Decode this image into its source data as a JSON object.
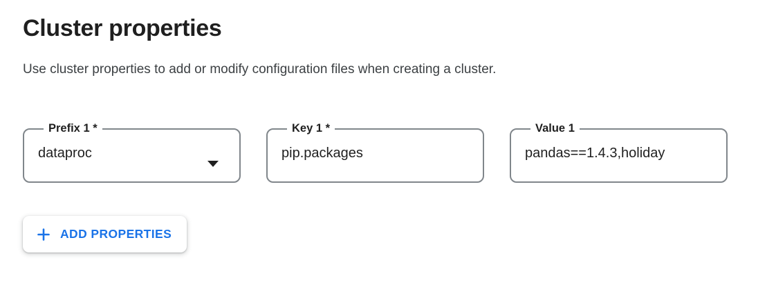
{
  "page": {
    "title": "Cluster properties",
    "description": "Use cluster properties to add or modify configuration files when creating a cluster."
  },
  "fields": {
    "prefix": {
      "label": "Prefix 1 *",
      "value": "dataproc",
      "control": "dropdown"
    },
    "key": {
      "label": "Key 1 *",
      "value": "pip.packages",
      "control": "text-input"
    },
    "value": {
      "label": "Value 1",
      "value": "pandas==1.4.3,holiday",
      "control": "text-input"
    }
  },
  "buttons": {
    "add_properties": "ADD PROPERTIES"
  },
  "icons": {
    "dropdown_arrow": "caret-down",
    "add": "plus"
  },
  "colors": {
    "accent_blue": "#1a73e8",
    "text_primary": "#1f1f1f",
    "text_secondary": "#3c4043",
    "field_border": "#80868b",
    "background": "#ffffff"
  }
}
